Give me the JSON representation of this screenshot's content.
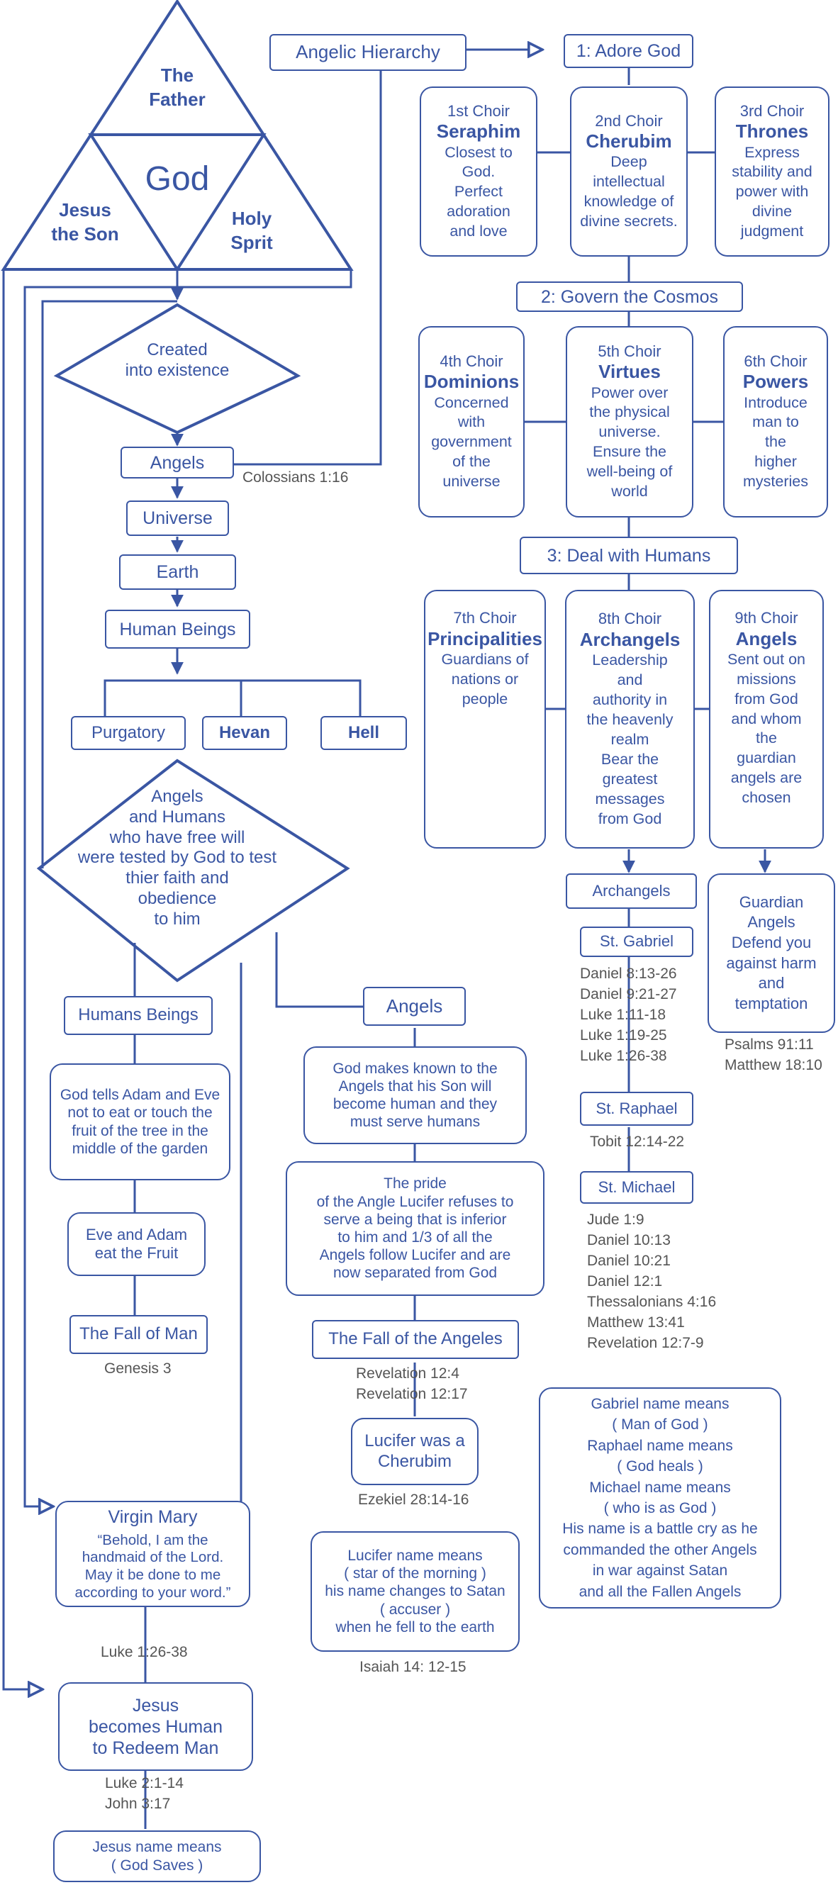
{
  "trinity": {
    "father": "The\nFather",
    "god": "God",
    "son": "Jesus\nthe Son",
    "spirit": "Holy\nSprit"
  },
  "created": "Created\ninto existence",
  "creation": [
    "Angels",
    "Universe",
    "Earth",
    "Human Beings"
  ],
  "colossians": "Colossians 1:16",
  "destinies": [
    "Purgatory",
    "Hevan",
    "Hell"
  ],
  "test": "Angels\nand Humans\nwho have free will\nwere tested by God to test\nthier faith and\nobedience\nto him",
  "humans": {
    "title": "Humans Beings",
    "command": "God tells Adam and Eve\nnot to eat or touch the\nfruit of the tree in the\nmiddle of the garden",
    "eat": "Eve and Adam\neat the Fruit",
    "fall": "The Fall of Man",
    "ref": "Genesis 3"
  },
  "angels_branch": {
    "title": "Angels",
    "known": "God makes known to the\nAngels that his Son will\nbecome human and they\nmust serve humans",
    "pride": "The pride\nof the Angle Lucifer refuses to\nserve a being that is inferior\nto him and 1/3 of all the\nAngels follow Lucifer and are\nnow separated from God",
    "fall": "The Fall of the Angeles",
    "ref": "Revelation 12:4\nRevelation 12:17",
    "cherub": "Lucifer was a\nCherubim",
    "cherub_ref": "Ezekiel 28:14-16",
    "name": "Lucifer name means\n( star of the morning )\nhis name changes to Satan\n( accuser )\nwhen he fell to the earth",
    "name_ref": "Isaiah 14: 12-15"
  },
  "mary": {
    "title": "Virgin Mary",
    "quote": "“Behold, I am the\nhandmaid of the Lord.\nMay it be done to me\naccording to your word.”",
    "ref": "Luke 1:26-38"
  },
  "jesus": {
    "title": "Jesus\nbecomes Human\nto Redeem Man",
    "ref": "Luke 2:1-14\nJohn 3:17",
    "name": "Jesus name means\n( God Saves )"
  },
  "hierarchy": {
    "title": "Angelic Hierarchy",
    "groups": [
      "1: Adore God",
      "2: Govern the Cosmos",
      "3: Deal with Humans"
    ],
    "choirs": [
      {
        "num": "1st Choir",
        "name": "Seraphim",
        "desc": "Closest to\nGod.\nPerfect\nadoration\nand love"
      },
      {
        "num": "2nd Choir",
        "name": "Cherubim",
        "desc": "Deep\nintellectual\nknowledge of\ndivine secrets."
      },
      {
        "num": "3rd Choir",
        "name": "Thrones",
        "desc": "Express\nstability and\npower with\ndivine\njudgment"
      },
      {
        "num": "4th Choir",
        "name": "Dominions",
        "desc": "Concerned\nwith\ngovernment\nof the\nuniverse"
      },
      {
        "num": "5th Choir",
        "name": "Virtues",
        "desc": "Power over\nthe physical\nuniverse.\nEnsure the\nwell-being of\nworld"
      },
      {
        "num": "6th Choir",
        "name": "Powers",
        "desc": "Introduce\nman to\nthe\nhigher\nmysteries"
      },
      {
        "num": "7th Choir",
        "name": "Principalities",
        "desc": "Guardians of\nnations or\npeople"
      },
      {
        "num": "8th Choir",
        "name": "Archangels",
        "desc": "Leadership\nand\nauthority in\nthe heavenly\nrealm\nBear the\ngreatest\nmessages\nfrom God"
      },
      {
        "num": "9th Choir",
        "name": "Angels",
        "desc": "Sent out on\nmissions\nfrom God\nand whom\nthe\nguardian\nangels are\nchosen"
      }
    ]
  },
  "archangels": {
    "title": "Archangels",
    "gabriel": "St. Gabriel",
    "gabriel_refs": "Daniel 8:13-26\nDaniel 9:21-27\nLuke 1:11-18\nLuke 1:19-25\nLuke 1:26-38",
    "raphael": "St. Raphael",
    "raphael_ref": "Tobit 12:14-22",
    "michael": "St. Michael",
    "michael_refs": "Jude 1:9\nDaniel 10:13\nDaniel 10:21\nDaniel 12:1\nThessalonians 4:16\nMatthew 13:41\nRevelation 12:7-9",
    "meanings": "Gabriel name means\n( Man of God )\nRaphael name  means\n( God heals )\nMichael name  means\n( who is as God )\nHis name is a battle cry as he\ncommanded  the other Angels\nin war against Satan\nand all the Fallen Angels"
  },
  "guardian": {
    "text": "Guardian\nAngels\nDefend you\nagainst harm\nand\ntemptation",
    "refs": "Psalms 91:11\nMatthew 18:10"
  }
}
